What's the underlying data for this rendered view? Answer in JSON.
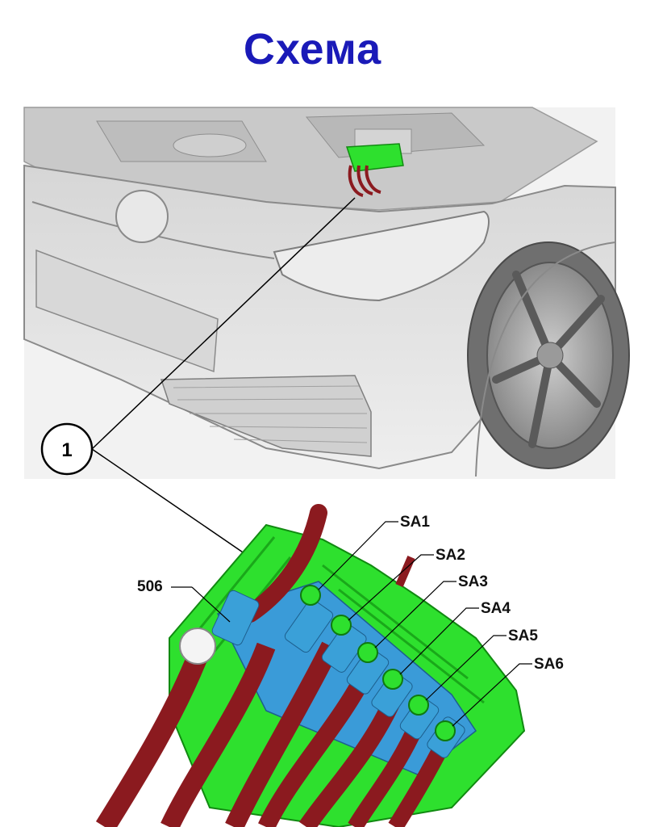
{
  "title": "Схема",
  "callout": {
    "number": "1"
  },
  "labels": {
    "ground_terminal": "506",
    "fuses": [
      "SA1",
      "SA2",
      "SA3",
      "SA4",
      "SA5",
      "SA6"
    ]
  },
  "colors": {
    "title": "#1a1ab8",
    "fuse_box": "#2ee02e",
    "cable": "#8b1a1f",
    "terminal": "#3aa0d8",
    "car_body": "#e4e4e4"
  }
}
